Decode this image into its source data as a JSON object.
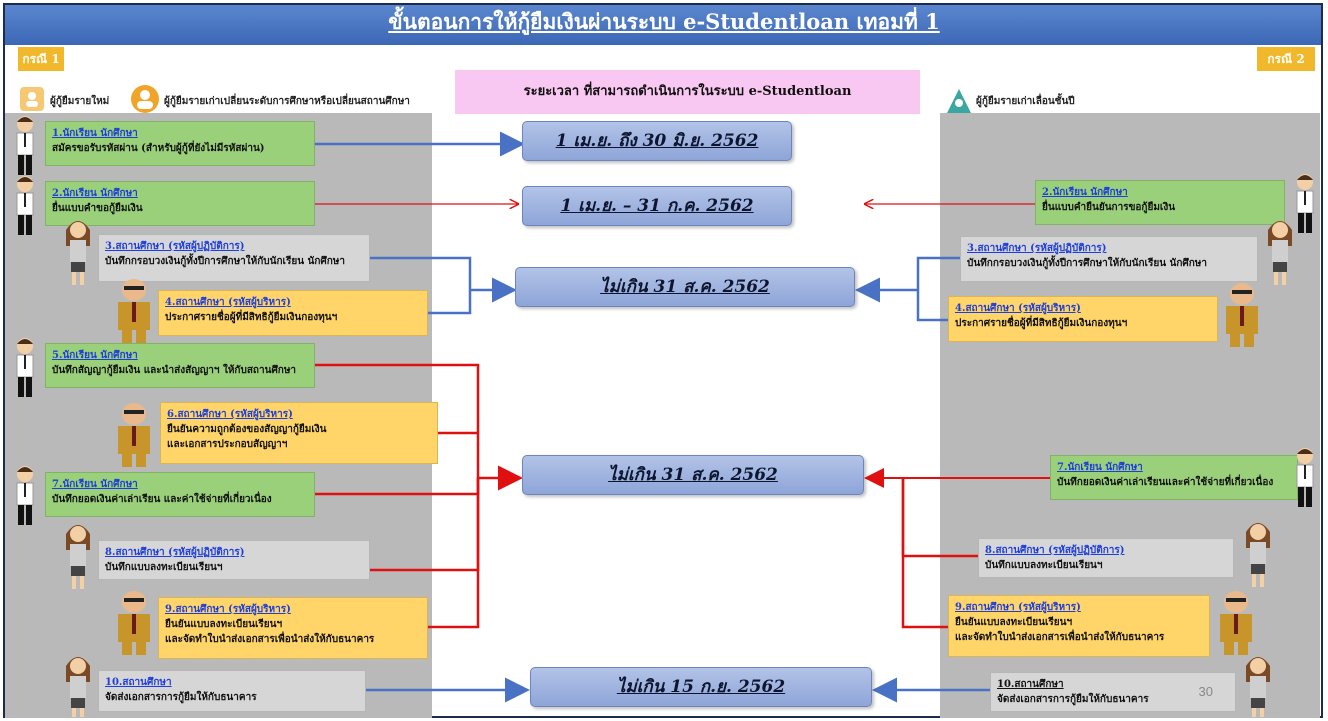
{
  "title": "ขั้นตอนการให้กู้ยืมเงินผ่านระบบ e-Studentloan เทอมที่ 1",
  "case_left": "กรณี 1",
  "case_right": "กรณี 2",
  "legend": {
    "new_borrower": "ผู้กู้ยืมรายใหม่",
    "changed_level": "ผู้กู้ยืมรายเก่าเปลี่ยนระดับการศึกษาหรือเปลี่ยนสถานศึกษา",
    "continuing": "ผู้กู้ยืมรายเก่าเลื่อนชั้นปี"
  },
  "period_heading": "ระยะเวลา ที่สามารถดำเนินการในระบบ e-Studentloan",
  "timelines": [
    "1 เม.ย. ถึง 30 มิ.ย. 2562",
    "1 เม.ย. – 31 ก.ค. 2562",
    "ไม่เกิน 31 ส.ค. 2562",
    "ไม่เกิน 31 ส.ค. 2562",
    "ไม่เกิน 15 ก.ย. 2562"
  ],
  "left_steps": [
    {
      "heading": "1.นักเรียน นักศึกษา",
      "lines": [
        "สมัครขอรับรหัสผ่าน (สำหรับผู้กู้ที่ยังไม่มีรหัสผ่าน)"
      ]
    },
    {
      "heading": "2.นักเรียน นักศึกษา",
      "lines": [
        "ยื่นแบบคำขอกู้ยืมเงิน"
      ]
    },
    {
      "heading": "3.สถานศึกษา (รหัสผู้ปฏิบัติการ)",
      "lines": [
        "บันทึกกรอบวงเงินกู้ทั้งปีการศึกษาให้กับนักเรียน นักศึกษา"
      ]
    },
    {
      "heading": "4.สถานศึกษา (รหัสผู้บริหาร)",
      "lines": [
        "ประกาศรายชื่อผู้ที่มีสิทธิกู้ยืมเงินกองทุนฯ"
      ]
    },
    {
      "heading": "5.นักเรียน นักศึกษา",
      "lines": [
        "บันทึกสัญญากู้ยืมเงิน และนำส่งสัญญาฯ ให้กับสถานศึกษา"
      ]
    },
    {
      "heading": "6.สถานศึกษา (รหัสผู้บริหาร)",
      "lines": [
        "ยืนยันความถูกต้องของสัญญากู้ยืมเงิน",
        "และเอกสารประกอบสัญญาฯ"
      ]
    },
    {
      "heading": "7.นักเรียน นักศึกษา",
      "lines": [
        "บันทึกยอดเงินค่าเล่าเรียน และค่าใช้จ่ายที่เกี่ยวเนื่อง"
      ]
    },
    {
      "heading": "8.สถานศึกษา (รหัสผู้ปฏิบัติการ)",
      "lines": [
        "บันทึกแบบลงทะเบียนเรียนฯ"
      ]
    },
    {
      "heading": "9.สถานศึกษา (รหัสผู้บริหาร)",
      "lines": [
        "ยืนยันแบบลงทะเบียนเรียนฯ",
        "และจัดทำใบนำส่งเอกสารเพื่อนำส่งให้กับธนาคาร"
      ]
    },
    {
      "heading": "10.สถานศึกษา",
      "lines": [
        "จัดส่งเอกสารการกู้ยืมให้กับธนาคาร"
      ]
    }
  ],
  "right_steps": [
    {
      "heading": "2.นักเรียน นักศึกษา",
      "lines": [
        "ยื่นแบบคำยืนยันการขอกู้ยืมเงิน"
      ]
    },
    {
      "heading": "3.สถานศึกษา (รหัสผู้ปฏิบัติการ)",
      "lines": [
        "บันทึกกรอบวงเงินกู้ทั้งปีการศึกษาให้กับนักเรียน นักศึกษา"
      ]
    },
    {
      "heading": "4.สถานศึกษา (รหัสผู้บริหาร)",
      "lines": [
        "ประกาศรายชื่อผู้ที่มีสิทธิกู้ยืมเงินกองทุนฯ"
      ]
    },
    {
      "heading": "7.นักเรียน นักศึกษา",
      "lines": [
        "บันทึกยอดเงินค่าเล่าเรียนและค่าใช้จ่ายที่เกี่ยวเนื่อง"
      ]
    },
    {
      "heading": "8.สถานศึกษา (รหัสผู้ปฏิบัติการ)",
      "lines": [
        "บันทึกแบบลงทะเบียนเรียนฯ"
      ]
    },
    {
      "heading": "9.สถานศึกษา (รหัสผู้บริหาร)",
      "lines": [
        "ยืนยันแบบลงทะเบียนเรียนฯ",
        "และจัดทำใบนำส่งเอกสารเพื่อนำส่งให้กับธนาคาร"
      ]
    },
    {
      "heading": "10.สถานศึกษา",
      "lines": [
        "จัดส่งเอกสารการกู้ยืมให้กับธนาคาร"
      ]
    }
  ],
  "page_number": "30",
  "colors": {
    "title_bar": "#4472c4",
    "case_badge": "#f2b82c",
    "blue_arrow": "#4a72c4",
    "red_arrow": "#e01010",
    "step_green": "#9bd07a",
    "step_gray": "#d6d6d6",
    "step_yellow": "#ffd56a",
    "timeline_box": "#9fb3e0",
    "period_box": "#f8c8f2"
  }
}
